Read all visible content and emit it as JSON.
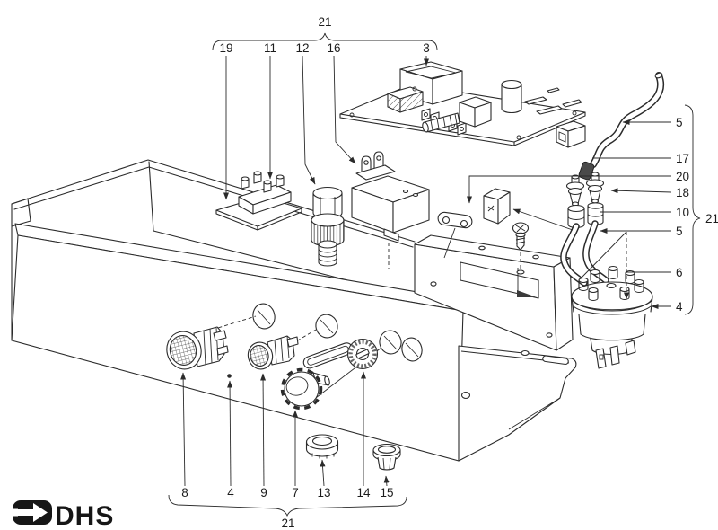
{
  "colors": {
    "background": "#ffffff",
    "line": "#2b2b2b",
    "logo": "#161616"
  },
  "logo": {
    "text": "DHS",
    "arrow_icon": "right-arrow"
  },
  "callouts": {
    "top_group": "21",
    "mounting_plate": "19",
    "terminal_block": "11",
    "cable_gland": "12",
    "relay": "16",
    "circuit_board": "3",
    "cable": "5",
    "cable_sleeve": "17",
    "clamp": "20",
    "connector": "18",
    "fitting": "10",
    "hose": "5",
    "switch_terminals": "6",
    "pressure_switch": "4",
    "right_group": "21",
    "lamp_large": "8",
    "front_panel": "4",
    "lamp_small": "9",
    "knob": "7",
    "ring_nut": "13",
    "knurled_disc": "14",
    "bushing": "15",
    "bottom_group": "21"
  }
}
